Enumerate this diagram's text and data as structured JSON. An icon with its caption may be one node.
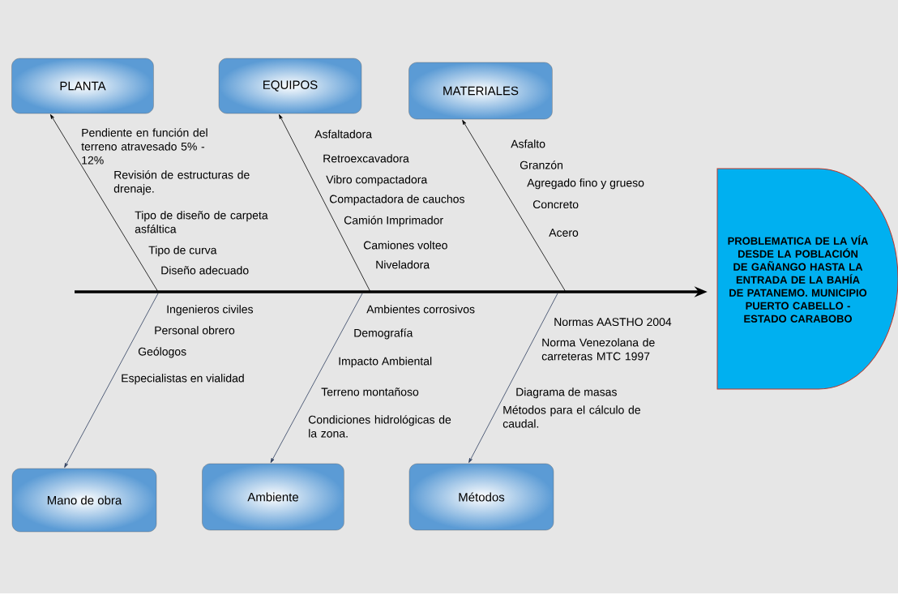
{
  "diagram": {
    "nodes": [
      {
        "text": [
          "PLANTA"
        ]
      },
      {
        "text": [
          "EQUIPOS"
        ]
      },
      {
        "text": [
          "MATERIALES"
        ]
      },
      {
        "text": [
          "Mano de obra"
        ]
      },
      {
        "text": [
          "Ambiente"
        ]
      },
      {
        "text": [
          "Métodos"
        ]
      },
      {
        "text": [
          "PROBLEMATICA DE LA VÍA DESDE LA POBLACIÓN DE GAÑANGO HASTA LA ENTRADA DE LA BAHÍA DE PATANEMO. MUNICIPIO PUERTO CABELLO - ESTADO CARABOBO"
        ]
      }
    ],
    "edges": [
      {
        "from": null,
        "to": 6,
        "arrow": "to",
        "style": "thick"
      },
      {
        "from": null,
        "to": 0,
        "arrow": "to"
      },
      {
        "from": null,
        "to": 1,
        "arrow": "to"
      },
      {
        "from": null,
        "to": 2,
        "arrow": "to"
      },
      {
        "from": null,
        "to": 3,
        "arrow": "to",
        "color": "#2f3f5f"
      },
      {
        "from": null,
        "to": 4,
        "arrow": "to",
        "color": "#2f3f5f"
      },
      {
        "from": null,
        "to": 5,
        "arrow": "to",
        "color": "#2f3f5f"
      }
    ],
    "labels": [
      "Pendiente en función del terreno atravesado 5% - 12%",
      "Revisión de estructuras de drenaje.",
      "Tipo de diseño de carpeta asfáltica",
      "Tipo de curva",
      "Diseño adecuado",
      "Asfaltadora",
      "Retroexcavadora",
      "Vibro compactadora",
      "Compactadora de cauchos",
      "Camión Imprimador",
      "Camiones volteo",
      "Niveladora",
      "Asfalto",
      "Granzón",
      "Agregado fino y grueso",
      "Concreto",
      "Acero",
      "Ingenieros civiles",
      "Personal obrero",
      "Geólogos",
      "Especialistas en vialidad",
      "Ambientes corrosivos",
      "Demografía",
      "Impacto Ambiental",
      "Terreno montañoso",
      "Condiciones hidrológicas de la zona.",
      "Normas AASTHO 2004",
      "Norma Venezolana de carreteras MTC 1997",
      "Diagrama de masas",
      "Métodos para el cálculo de caudal."
    ]
  }
}
